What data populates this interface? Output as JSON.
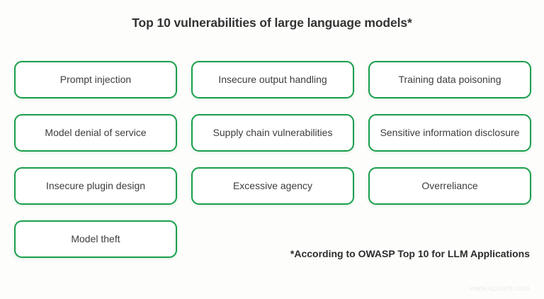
{
  "header": {
    "title": "Top 10 vulnerabilities of large language models*"
  },
  "colors": {
    "accent_green": "#1a9e4b",
    "box_background": "#ffffff",
    "text": "#3d3d3d",
    "title_text": "#333333",
    "page_background": "#fdfdfc",
    "watermark_text": "#ececea"
  },
  "grid": {
    "rows": [
      {
        "cells": [
          {
            "label": "Prompt injection",
            "empty": false
          },
          {
            "label": "Insecure output handling",
            "empty": false
          },
          {
            "label": "Training data poisoning",
            "empty": false
          }
        ]
      },
      {
        "cells": [
          {
            "label": "Model denial of service",
            "empty": false
          },
          {
            "label": "Supply chain vulnerabilities",
            "empty": false
          },
          {
            "label": "Sensitive information disclosure",
            "empty": false
          }
        ]
      },
      {
        "cells": [
          {
            "label": "Insecure plugin design",
            "empty": false
          },
          {
            "label": "Excessive agency",
            "empty": false
          },
          {
            "label": "Overreliance",
            "empty": false
          }
        ]
      },
      {
        "cells": [
          {
            "label": "Model theft",
            "empty": false
          },
          {
            "label": "",
            "empty": true
          },
          {
            "label": "",
            "empty": true
          }
        ]
      }
    ]
  },
  "footnote": {
    "text": "*According to OWASP Top 10 for LLM Applications"
  },
  "watermark": {
    "text": "www.apriorit.com"
  }
}
